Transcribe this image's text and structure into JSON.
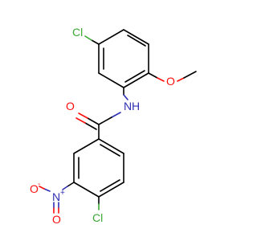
{
  "molecule": {
    "atoms": {
      "cl_top": {
        "label": "Cl",
        "color": "#3aa832"
      },
      "cl_bottom": {
        "label": "Cl",
        "color": "#3aa832"
      },
      "o_methoxy": {
        "label": "O",
        "color": "#ff0d0d"
      },
      "o_carbonyl": {
        "label": "O",
        "color": "#ff0d0d"
      },
      "nh_amide": {
        "label": "N",
        "hydrogen": "H",
        "color": "#2f2fb4"
      },
      "n_nitro": {
        "label": "N",
        "charge": "+",
        "color": "#2f2fb4"
      },
      "o_nitro_minus": {
        "label": "O",
        "charge": "-",
        "color": "#ff0d0d"
      },
      "o_nitro": {
        "label": "O",
        "color": "#ff0d0d"
      }
    }
  }
}
